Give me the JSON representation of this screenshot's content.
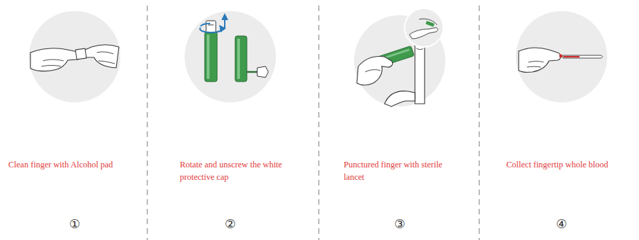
{
  "diagram": {
    "labels": [
      "Clean finger with Alcohol pad",
      "①",
      "Rotate and unscrew the white protective cap",
      "②",
      "Punctured finger with sterile lancet",
      "③",
      "Collect fingertip whole blood",
      "④"
    ]
  }
}
